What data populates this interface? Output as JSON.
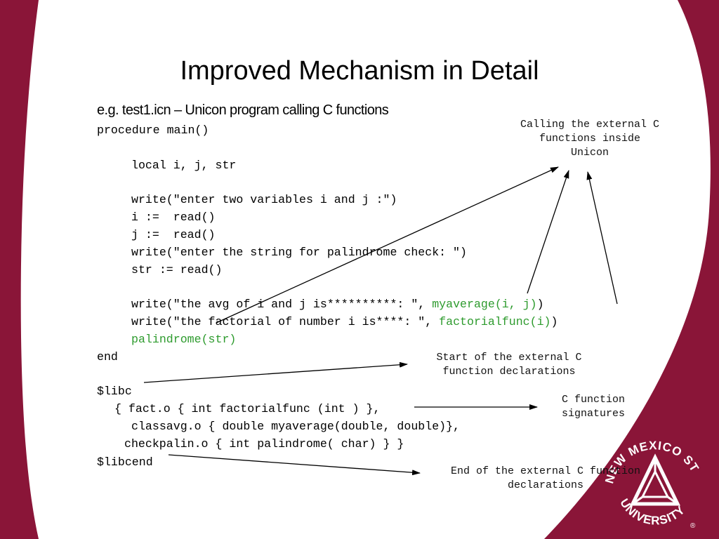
{
  "slide": {
    "title": "Improved Mechanism in Detail",
    "subtitle": "e.g. test1.icn – Unicon program calling C functions",
    "code": {
      "l1": "procedure main()",
      "l2": "local i, j, str",
      "l3": "write(\"enter two variables i and j :\")",
      "l4": "i :=  read()",
      "l5": "j :=  read()",
      "l6": "write(\"enter the string for palindrome check: \")",
      "l7": "str := read()",
      "l8_pre": "write(\"the avg of i and j is**********: \", ",
      "l8_call": "myaverage(i, j)",
      "l8_post": ")",
      "l9_pre": "write(\"the factorial of number i is****: \", ",
      "l9_call": "factorialfunc(i)",
      "l9_post": ")",
      "l10": "palindrome(str)",
      "l11": "end",
      "l12": "$libc",
      "l13": "{ fact.o { int factorialfunc (int ) },",
      "l14": "classavg.o { double myaverage(double, double)},",
      "l15": "checkpalin.o { int palindrome( char) } }",
      "l16": "$libcend"
    },
    "notes": {
      "calling": "Calling the external C\nfunctions inside\nUnicon",
      "start": "Start of the external C\nfunction declarations",
      "signatures": "C function\nsignatures",
      "end": "End of the external C function\ndeclarations"
    },
    "logo": {
      "top_text": "NEW MEXICO STATE",
      "bottom_text": "UNIVERSITY",
      "registered": "®"
    },
    "colors": {
      "brand_maroon": "#8a1538",
      "code_highlight_green": "#2e9b2e"
    }
  }
}
